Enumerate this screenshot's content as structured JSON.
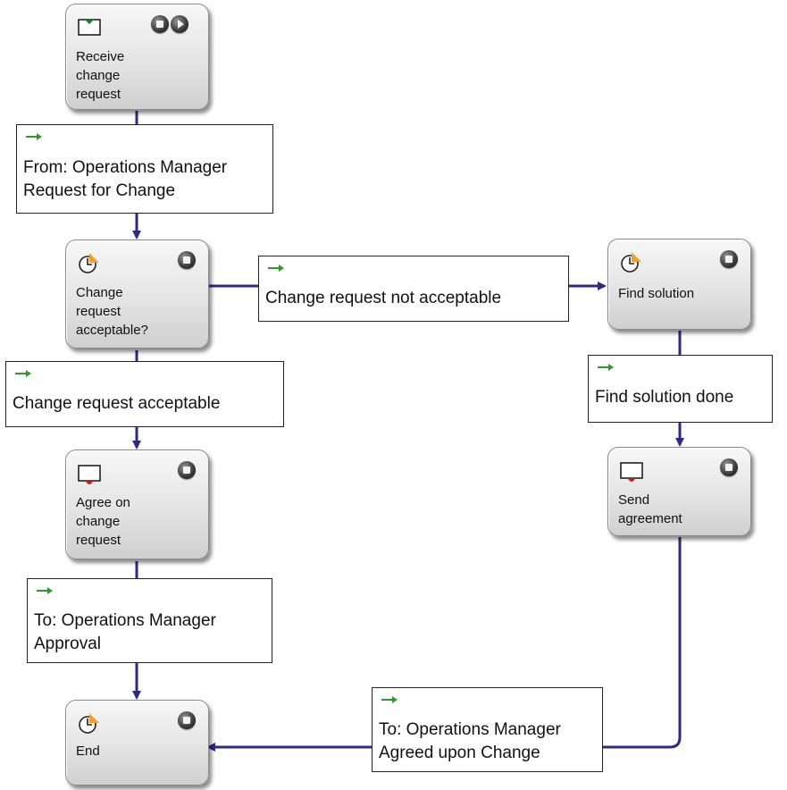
{
  "nodes": {
    "receive": {
      "label": "Receive\nchange\nrequest",
      "icon": "receive-message-icon",
      "controls": [
        "stop",
        "play"
      ]
    },
    "decision": {
      "label": "Change\nrequest\nacceptable?",
      "icon": "clock-task-icon",
      "controls": [
        "stop"
      ]
    },
    "agree": {
      "label": "Agree on\nchange\nrequest",
      "icon": "send-message-icon",
      "controls": [
        "stop"
      ]
    },
    "end": {
      "label": "End",
      "icon": "clock-task-icon",
      "controls": [
        "stop"
      ]
    },
    "find_solution": {
      "label": "Find solution",
      "icon": "clock-task-icon",
      "controls": [
        "stop"
      ]
    },
    "send_agreement": {
      "label": "Send\nagreement",
      "icon": "send-message-icon",
      "controls": [
        "stop"
      ]
    }
  },
  "links": {
    "request_from": {
      "text": "From: Operations Manager\nRequest for Change"
    },
    "not_acceptable": {
      "text": "Change request not acceptable"
    },
    "acceptable": {
      "text": "Change request acceptable"
    },
    "approval_to": {
      "text": "To: Operations Manager\nApproval"
    },
    "solution_done": {
      "text": "Find solution done"
    },
    "agreed_to": {
      "text": "To: Operations Manager\nAgreed upon Change"
    }
  },
  "colors": {
    "connector": "#2b2a85",
    "label_arrow": "#2e9a2e",
    "clock_flag": "#f0a030",
    "envelope_incoming": "#1f7a3a",
    "envelope_outgoing": "#c02020"
  }
}
